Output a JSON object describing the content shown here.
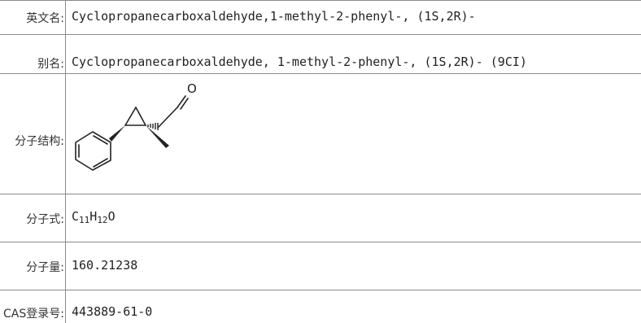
{
  "rows": [
    {
      "label": "英文名:",
      "value": "Cyclopropanecarboxaldehyde,1-methyl-2-phenyl-, (1S,2R)-"
    },
    {
      "label": "别名:",
      "value": "Cyclopropanecarboxaldehyde, 1-methyl-2-phenyl-, (1S,2R)- (9CI)"
    },
    {
      "label": "分子结构:",
      "value": ""
    },
    {
      "label": "分子式:",
      "formula": {
        "c": "C",
        "c_count": "11",
        "h": "H",
        "h_count": "12",
        "o": "O"
      }
    },
    {
      "label": "分子量:",
      "value": "160.21238"
    },
    {
      "label": "CAS登录号:",
      "value": "443889-61-0"
    }
  ],
  "structure": {
    "atom_label": "O",
    "icon": "molecule-structure-icon"
  }
}
